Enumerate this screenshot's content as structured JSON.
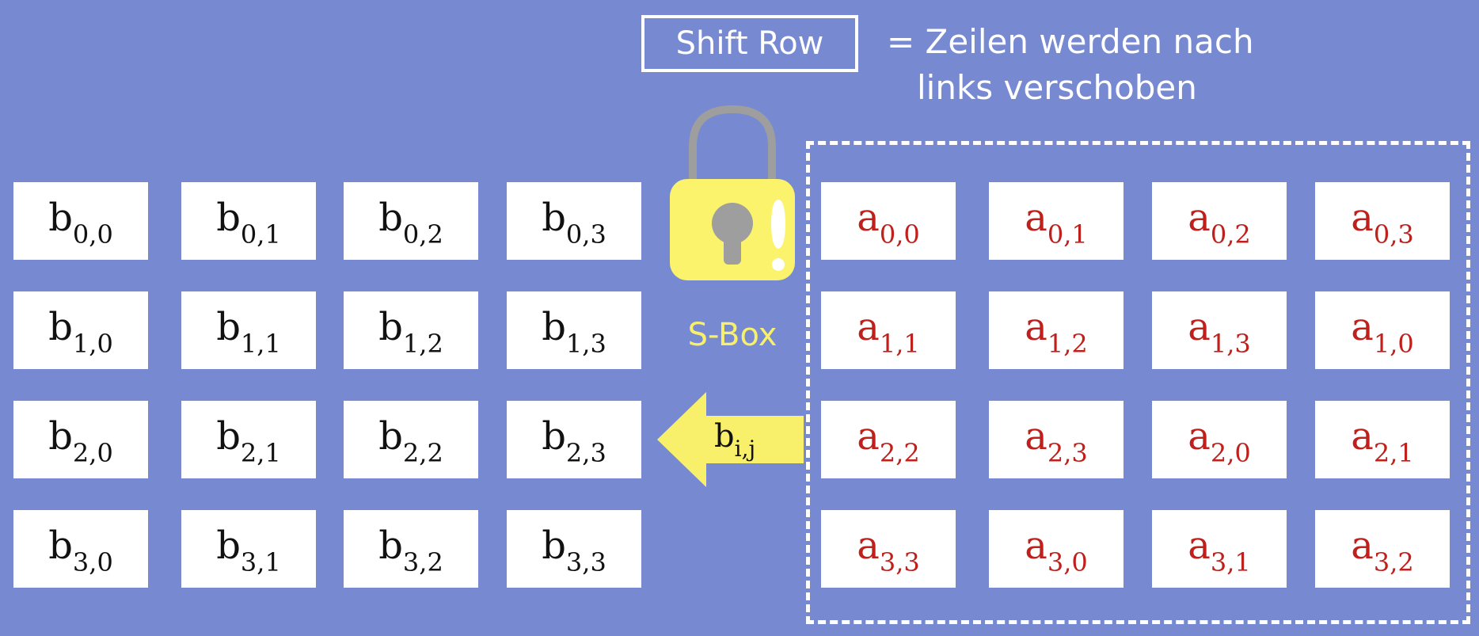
{
  "header": {
    "title": "Shift Row",
    "description_line1": "= Zeilen werden nach",
    "description_line2": "links verschoben"
  },
  "sbox": {
    "label": "S-Box",
    "arrow_base": "b",
    "arrow_sub": "i,j"
  },
  "output_matrix": [
    [
      {
        "base": "b",
        "sub": "0,0"
      },
      {
        "base": "b",
        "sub": "0,1"
      },
      {
        "base": "b",
        "sub": "0,2"
      },
      {
        "base": "b",
        "sub": "0,3"
      }
    ],
    [
      {
        "base": "b",
        "sub": "1,0"
      },
      {
        "base": "b",
        "sub": "1,1"
      },
      {
        "base": "b",
        "sub": "1,2"
      },
      {
        "base": "b",
        "sub": "1,3"
      }
    ],
    [
      {
        "base": "b",
        "sub": "2,0"
      },
      {
        "base": "b",
        "sub": "2,1"
      },
      {
        "base": "b",
        "sub": "2,2"
      },
      {
        "base": "b",
        "sub": "2,3"
      }
    ],
    [
      {
        "base": "b",
        "sub": "3,0"
      },
      {
        "base": "b",
        "sub": "3,1"
      },
      {
        "base": "b",
        "sub": "3,2"
      },
      {
        "base": "b",
        "sub": "3,3"
      }
    ]
  ],
  "input_matrix": [
    [
      {
        "base": "a",
        "sub": "0,0"
      },
      {
        "base": "a",
        "sub": "0,1"
      },
      {
        "base": "a",
        "sub": "0,2"
      },
      {
        "base": "a",
        "sub": "0,3"
      }
    ],
    [
      {
        "base": "a",
        "sub": "1,1"
      },
      {
        "base": "a",
        "sub": "1,2"
      },
      {
        "base": "a",
        "sub": "1,3"
      },
      {
        "base": "a",
        "sub": "1,0"
      }
    ],
    [
      {
        "base": "a",
        "sub": "2,2"
      },
      {
        "base": "a",
        "sub": "2,3"
      },
      {
        "base": "a",
        "sub": "2,0"
      },
      {
        "base": "a",
        "sub": "2,1"
      }
    ],
    [
      {
        "base": "a",
        "sub": "3,3"
      },
      {
        "base": "a",
        "sub": "3,0"
      },
      {
        "base": "a",
        "sub": "3,1"
      },
      {
        "base": "a",
        "sub": "3,2"
      }
    ]
  ],
  "colors": {
    "background": "#7689d1",
    "cell_background": "#ffffff",
    "output_text": "#111111",
    "input_text": "#c0201c",
    "accent_yellow": "#f8f06a",
    "lock_body": "#fbf36b",
    "lock_shackle": "#9e9e9e"
  },
  "icons": {
    "lock": "padlock-icon",
    "arrow": "left-arrow-icon"
  }
}
